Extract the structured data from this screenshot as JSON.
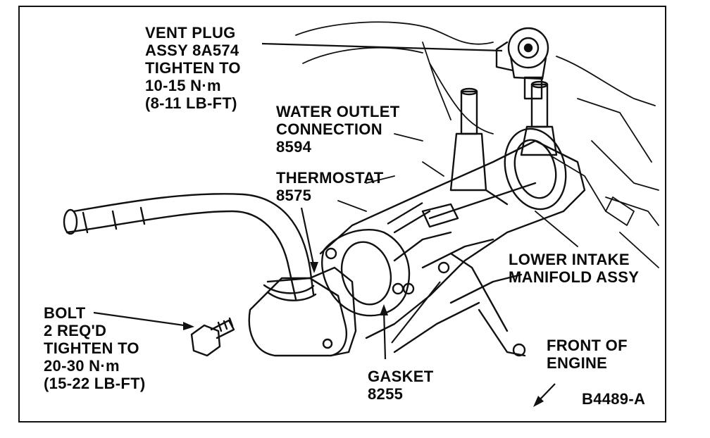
{
  "labels": {
    "vent_plug": {
      "line1": "VENT PLUG",
      "line2": "ASSY 8A574",
      "line3": "TIGHTEN TO",
      "line4": "10-15 N·m",
      "line5": "(8-11 LB-FT)"
    },
    "water_outlet": {
      "line1": "WATER OUTLET",
      "line2": "CONNECTION",
      "line3": "8594"
    },
    "thermostat": {
      "line1": "THERMOSTAT",
      "line2": "8575"
    },
    "lower_intake": {
      "line1": "LOWER INTAKE",
      "line2": "MANIFOLD ASSY"
    },
    "bolt": {
      "line1": "BOLT",
      "line2": "2 REQ'D",
      "line3": "TIGHTEN TO",
      "line4": "20-30 N·m",
      "line5": "(15-22 LB-FT)"
    },
    "gasket": {
      "line1": "GASKET",
      "line2": "8255"
    },
    "front_of_engine": {
      "line1": "FRONT OF",
      "line2": "ENGINE"
    },
    "figure_id": "B4489-A"
  }
}
